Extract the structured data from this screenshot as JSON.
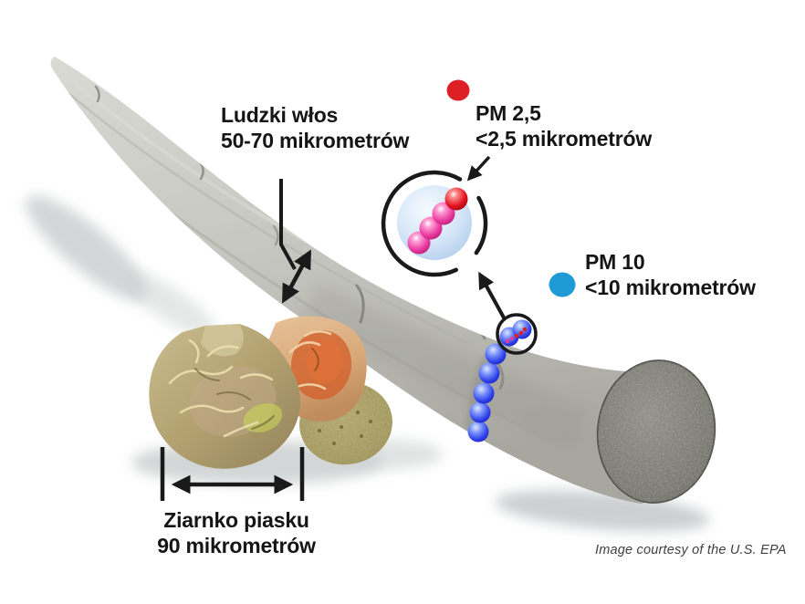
{
  "annotations": {
    "hair": {
      "line1": "Ludzki włos",
      "line2": "50-70 mikrometrów"
    },
    "pm25": {
      "line1": "PM 2,5",
      "line2": "<2,5 mikrometrów",
      "dot_color": "#dd1f26"
    },
    "pm10": {
      "line1": "PM 10",
      "line2": "<10 mikrometrów",
      "dot_color": "#1f9ad6"
    },
    "sand": {
      "line1": "Ziarnko piasku",
      "line2": "90 mikrometrów"
    }
  },
  "credit": "Image courtesy of the U.S. EPA",
  "colors": {
    "background": "#ffffff",
    "text": "#151515",
    "line_and_arrows": "#1a1a1a",
    "hair_body": "#c6c6c0",
    "hair_cut_face": "#6e6e65",
    "pm25_legend_dot": "#dd1f26",
    "pm10_legend_dot": "#1f9ad6",
    "pm25_particle_pink": "#ea3da2",
    "pm10_particle_blue": "#2d3fe8",
    "magnified_sphere": "#d6e6f8",
    "sand_grain_olive": "#b3a171",
    "sand_grain_orange": "#d2622c",
    "sand_grain_green": "#a1954e"
  }
}
